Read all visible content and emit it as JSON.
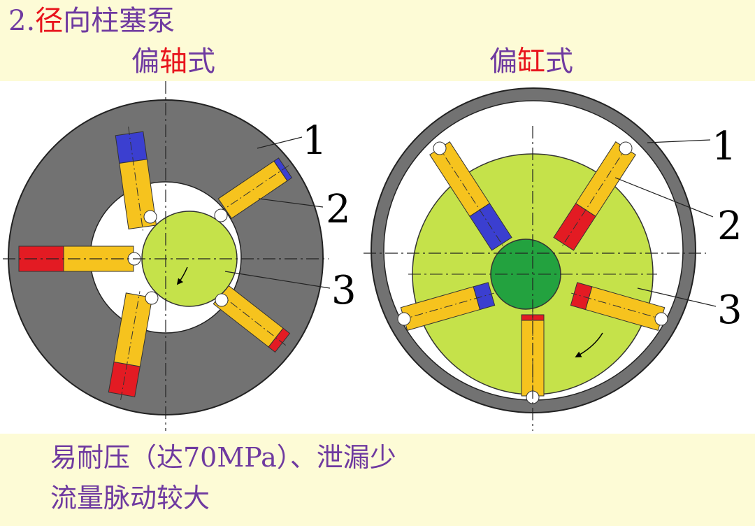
{
  "title": {
    "prefix": "2.",
    "highlight": "径",
    "rest": "向柱塞泵"
  },
  "left_diagram": {
    "label_a": "偏",
    "label_b": "轴",
    "label_c": "式",
    "callouts": [
      "1",
      "2",
      "3"
    ]
  },
  "right_diagram": {
    "label_a": "偏",
    "label_b": "缸",
    "label_c": "式",
    "callouts": [
      "1",
      "2",
      "3"
    ]
  },
  "notes": [
    "易耐压（达70MPa）、泄漏少",
    "流量脉动较大"
  ],
  "colors": {
    "background": "#fdfbd6",
    "text_purple": "#6f3aa0",
    "highlight_red": "#e8141c",
    "stator_gray": "#727272",
    "rotor_green": "#c5e24a",
    "shaft_green": "#23a23f",
    "plunger_yellow": "#f6c31e",
    "chamber_red": "#e31b23",
    "chamber_blue": "#3b3fd0"
  }
}
